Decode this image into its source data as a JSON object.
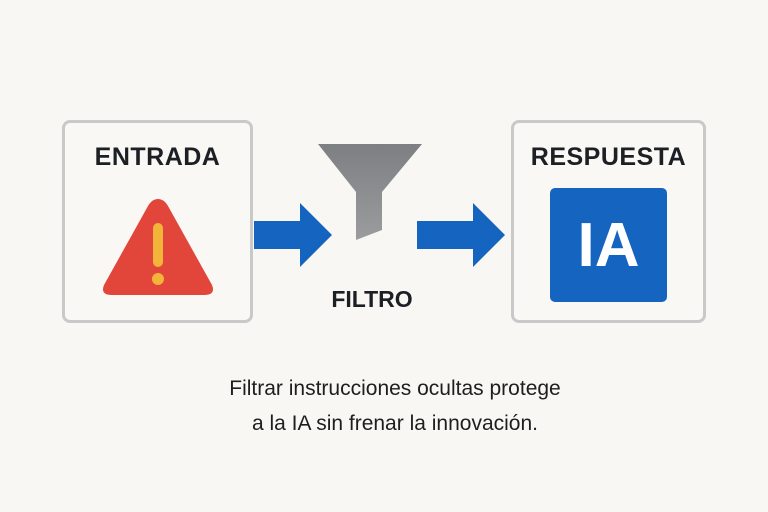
{
  "input_box": {
    "title": "ENTRADA",
    "icon": "warning-triangle-icon"
  },
  "filter": {
    "label": "FILTRO",
    "icon": "funnel-icon"
  },
  "output_box": {
    "title": "RESPUESTA",
    "badge_text": "IA"
  },
  "caption": {
    "line1": "Filtrar instrucciones ocultas protege",
    "line2": "a la IA sin frenar la innovación."
  },
  "colors": {
    "arrow": "#1565c0",
    "warning": "#e2453a",
    "exclamation": "#f3b43a",
    "funnel": "#8a8c8e",
    "ia_badge": "#1565c0"
  }
}
